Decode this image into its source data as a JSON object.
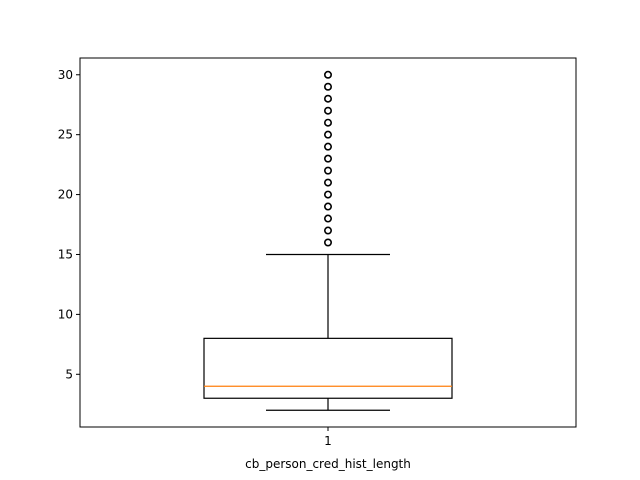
{
  "chart_data": {
    "type": "boxplot",
    "title": "",
    "xlabel": "cb_person_cred_hist_length",
    "ylabel": "",
    "categories": [
      "1"
    ],
    "ylim": [
      0.6,
      31.4
    ],
    "yticks": [
      5,
      10,
      15,
      20,
      25,
      30
    ],
    "ytick_labels": [
      "5",
      "10",
      "15",
      "20",
      "25",
      "30"
    ],
    "xticks": [
      1
    ],
    "xtick_labels": [
      "1"
    ],
    "grid": false,
    "boxes": [
      {
        "position": 1,
        "whisker_low": 2,
        "q1": 3,
        "median": 4,
        "q3": 8,
        "whisker_high": 15,
        "outliers": [
          16,
          17,
          18,
          19,
          20,
          21,
          22,
          23,
          24,
          25,
          26,
          27,
          28,
          29,
          30
        ]
      }
    ],
    "colors": {
      "box": "#000000",
      "median": "#ff7f0e",
      "outlier_edge": "#000000"
    }
  }
}
